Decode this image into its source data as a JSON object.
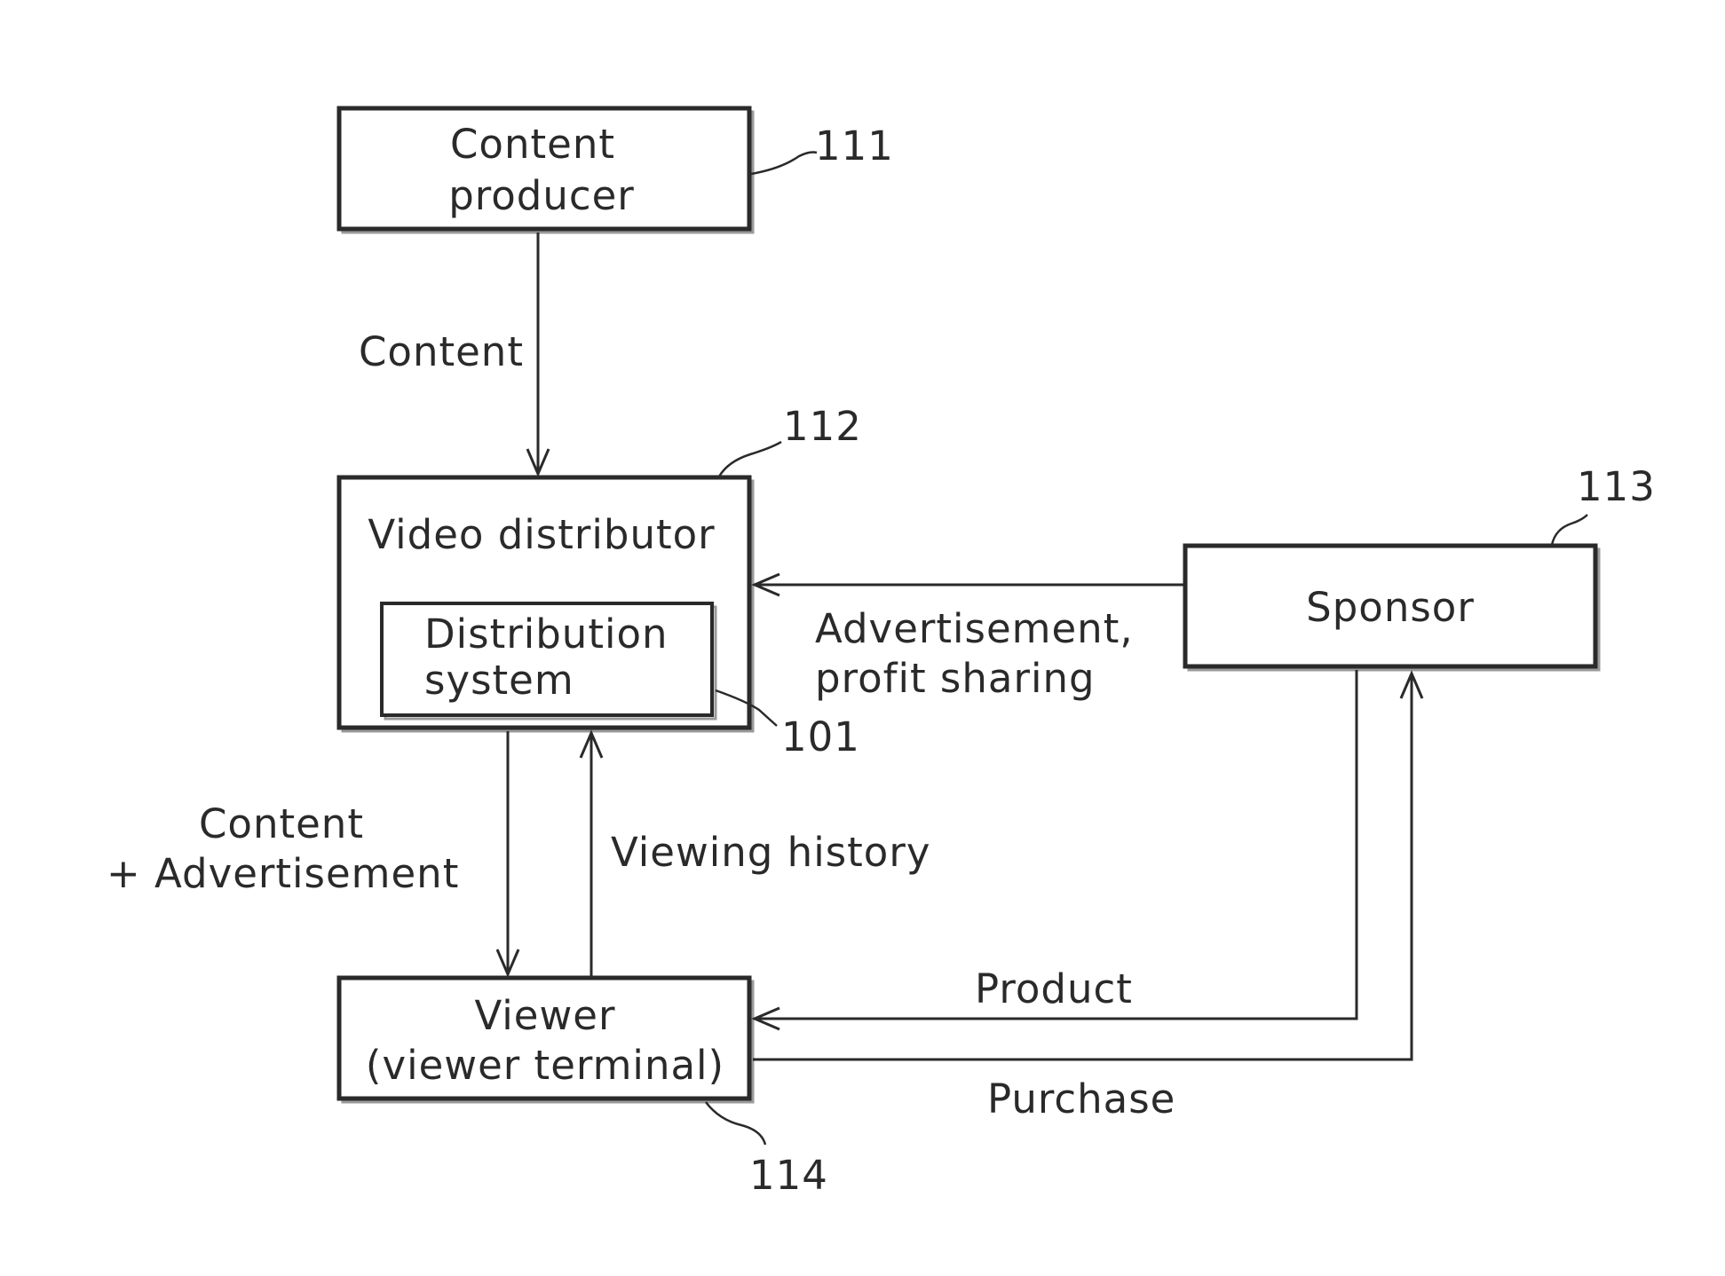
{
  "nodes": {
    "content_producer": {
      "line1": "Content",
      "line2": "producer",
      "ref": "111"
    },
    "video_distributor": {
      "title": "Video distributor",
      "ref": "112"
    },
    "distribution_system": {
      "line1": "Distribution",
      "line2": "system",
      "ref": "101"
    },
    "sponsor": {
      "label": "Sponsor",
      "ref": "113"
    },
    "viewer": {
      "line1": "Viewer",
      "line2": "(viewer terminal)",
      "ref": "114"
    }
  },
  "edges": {
    "content": "Content",
    "advertisement_line1": "Advertisement,",
    "advertisement_line2": "profit sharing",
    "content_ad_line1": "Content",
    "content_ad_line2": "+ Advertisement",
    "viewing_history": "Viewing history",
    "product": "Product",
    "purchase": "Purchase"
  }
}
